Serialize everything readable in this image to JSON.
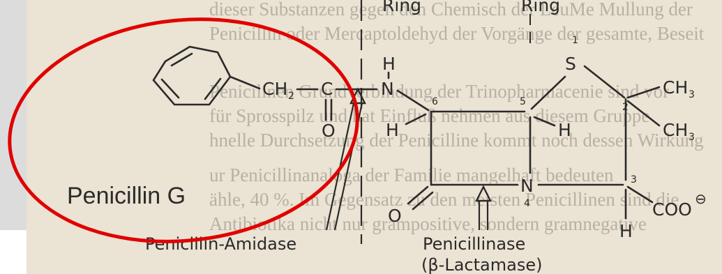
{
  "labels": {
    "ring_left": "Ring",
    "ring_right": "Ring",
    "title": "Penicillin G",
    "enzyme_amidase": "Penicillin-Amidase",
    "enzyme_lactamase_line1": "Penicillinase",
    "enzyme_lactamase_line2": "(β-Lactamase)"
  },
  "atoms": {
    "ch2": "CH",
    "ch2_sub": "2",
    "c": "C",
    "o_carbonyl": "O",
    "n_amide": "N",
    "h_amide": "H",
    "h6": "H",
    "h5": "H",
    "s": "S",
    "n_ring": "N",
    "o_lactam": "O",
    "ch3_a": "CH",
    "ch3_a_sub": "3",
    "ch3_b": "CH",
    "ch3_b_sub": "3",
    "coo": "COO",
    "coo_charge": "⊖",
    "h3": "H"
  },
  "numbers": {
    "n1": "1",
    "n2": "2",
    "n3": "3",
    "n4": "4",
    "n5": "5",
    "n6": "6"
  },
  "background_text": [
    "dieser Substanzen gegen den Chemisch der LeuMe Mullung der",
    "Penicillin oder Mercaptoldehyd der Vorgänge der gesamte, Beseit",
    "",
    "Penicilinen Grundverbindung der Trinopharmacenie sind vor",
    "für Sprosspilz und hat Einfluß nehmen aus diesem Gruppe",
    "hnelle Durchsetzung der Penicilline kommt noch dessen Wirkung",
    "ur Penicillinanaloga der Familie mangelhaft bedeuten",
    "ähle, 40 %. Im Gegensatz zu den meisten Penicillinen sind die",
    "Antibiotika nicht nur grampositive, sondern gramnegative",
    ""
  ],
  "colors": {
    "panel": "#dcdcdc",
    "paper": "#efe6d8",
    "ellipse": "#e00000",
    "ink": "#2a2a2a"
  }
}
